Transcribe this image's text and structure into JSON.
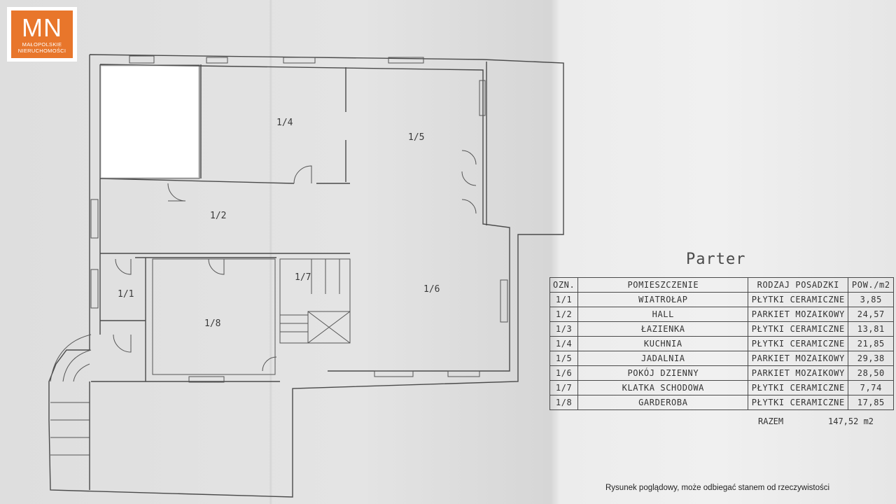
{
  "logo": {
    "mark": "MN",
    "line1": "MAŁOPOLSKIE",
    "line2": "NIERUCHOMOŚCI"
  },
  "floor_title": "Parter",
  "room_labels": [
    "1/1",
    "1/2",
    "1/4",
    "1/5",
    "1/6",
    "1/7",
    "1/8"
  ],
  "table": {
    "headers": [
      "OZN.",
      "POMIESZCZENIE",
      "RODZAJ POSADZKI",
      "POW./m2"
    ],
    "rows": [
      [
        "1/1",
        "WIATROŁAP",
        "PŁYTKI CERAMICZNE",
        "3,85"
      ],
      [
        "1/2",
        "HALL",
        "PARKIET MOZAIKOWY",
        "24,57"
      ],
      [
        "1/3",
        "ŁAZIENKA",
        "PŁYTKI CERAMICZNE",
        "13,81"
      ],
      [
        "1/4",
        "KUCHNIA",
        "PŁYTKI CERAMICZNE",
        "21,85"
      ],
      [
        "1/5",
        "JADALNIA",
        "PARKIET MOZAIKOWY",
        "29,38"
      ],
      [
        "1/6",
        "POKÓJ DZIENNY",
        "PARKIET MOZAIKOWY",
        "28,50"
      ],
      [
        "1/7",
        "KLATKA SCHODOWA",
        "PŁYTKI CERAMICZNE",
        "7,74"
      ],
      [
        "1/8",
        "GARDEROBA",
        "PŁYTKI CERAMICZNE",
        "17,85"
      ]
    ]
  },
  "total": {
    "label": "RAZEM",
    "value": "147,52 m2"
  },
  "note": "Rysunek poglądowy, może odbiegać stanem od rzeczywistości"
}
